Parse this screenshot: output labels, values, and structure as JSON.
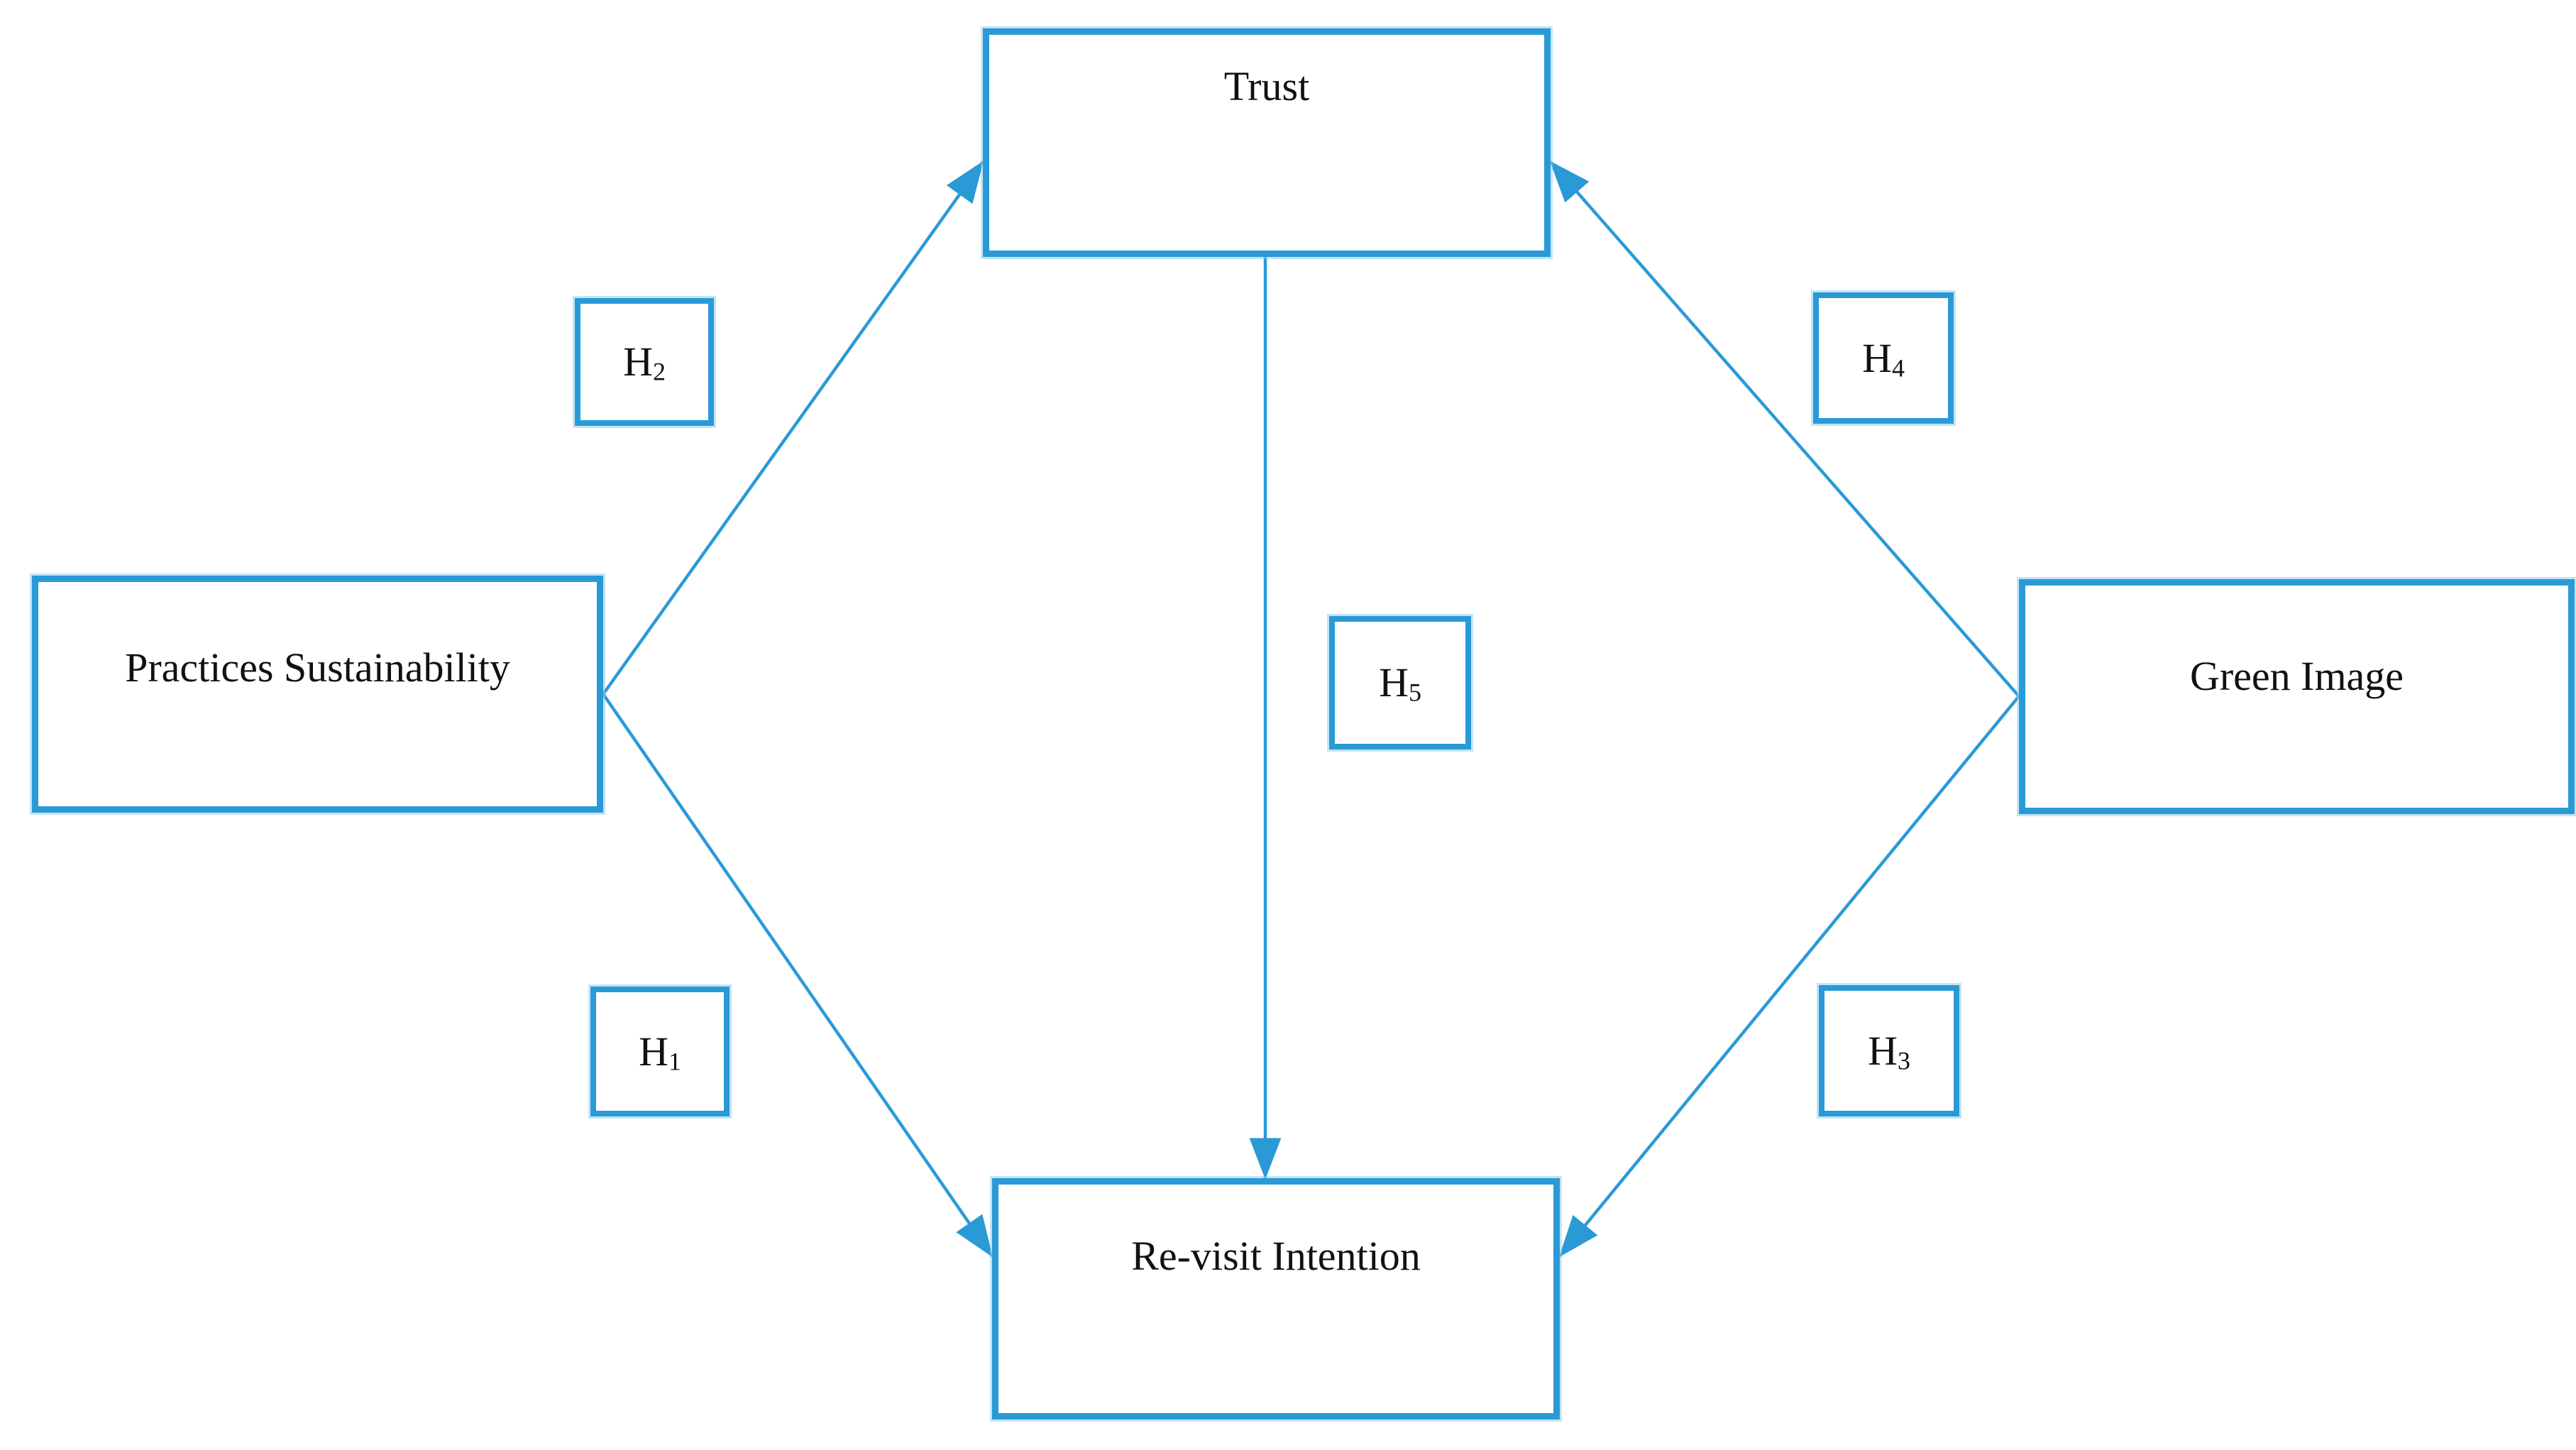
{
  "nodes": {
    "trust": {
      "label": "Trust"
    },
    "practices": {
      "label": "Practices Sustainability"
    },
    "green": {
      "label": "Green Image"
    },
    "revisit": {
      "label": "Re-visit Intention"
    }
  },
  "hypotheses": {
    "h1": {
      "base": "H",
      "sub": "1"
    },
    "h2": {
      "base": "H",
      "sub": "2"
    },
    "h3": {
      "base": "H",
      "sub": "3"
    },
    "h4": {
      "base": "H",
      "sub": "4"
    },
    "h5": {
      "base": "H",
      "sub": "5"
    }
  },
  "edges": [
    {
      "name": "h2-arrow",
      "from": "practices",
      "to": "trust"
    },
    {
      "name": "h4-arrow",
      "from": "green",
      "to": "trust"
    },
    {
      "name": "h5-arrow",
      "from": "trust",
      "to": "revisit"
    },
    {
      "name": "h1-arrow",
      "from": "practices",
      "to": "revisit"
    },
    {
      "name": "h3-arrow",
      "from": "green",
      "to": "revisit"
    }
  ],
  "colors": {
    "accent": "#2a9ad7",
    "text": "#111111",
    "background": "#ffffff"
  }
}
